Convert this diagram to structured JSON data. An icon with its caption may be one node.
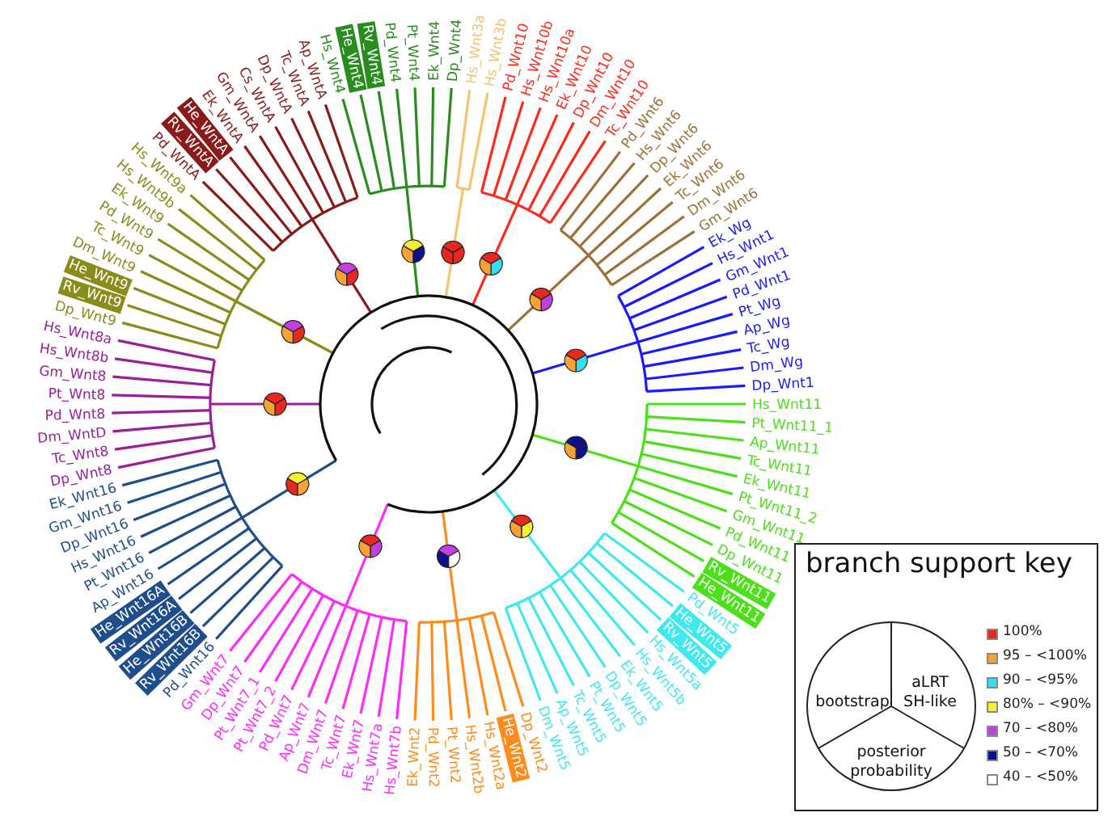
{
  "diagram": {
    "labels": [
      "Pd_Wnt16",
      "Rv_Wnt16B",
      "He_Wnt16B",
      "Rv_Wnt16A",
      "He_Wnt16A",
      "Ap_Wnt16",
      "Pt_Wnt16",
      "Hs_Wnt16",
      "Dp_Wnt16",
      "Gm_Wnt16",
      "Ek_Wnt16",
      "Dp_Wnt8",
      "Tc_Wnt8",
      "Dm_WntD",
      "Pd_Wnt8",
      "Pt_Wnt8",
      "Gm_Wnt8",
      "Hs_Wnt8b",
      "Hs_Wnt8a",
      "Dp_Wnt9",
      "Rv_Wnt9",
      "He_Wnt9",
      "Dm_Wnt9",
      "Tc_Wnt9",
      "Pd_Wnt9",
      "Ek_Wnt9",
      "Hs_Wnt9b",
      "Hs_Wnt9a",
      "Pd_WntA",
      "Rv_WntA",
      "He_WntA",
      "Ek_WntA",
      "Gm_WntA",
      "Cs_WntA",
      "Dp_WntA",
      "Tc_WntA",
      "Ap_WntA",
      "Hs_Wnt4",
      "He_Wnt4",
      "Rv_Wnt4",
      "Pd_Wnt4",
      "Pt_Wnt4",
      "Ek_Wnt4",
      "Dp_Wnt4",
      "Hs_Wnt3a",
      "Hs_Wnt3b",
      "Pd_Wnt10",
      "Hs_Wnt10b",
      "Hs_Wnt10a",
      "Ek_Wnt10",
      "Dp_Wnt10",
      "Dm_Wnt10",
      "Tc_Wnt10",
      "Pd_Wnt6",
      "Hs_Wnt6",
      "Dp_Wnt6",
      "Ek_Wnt6",
      "Tc_Wnt6",
      "Dm_Wnt6",
      "Gm_Wnt6",
      "Ek_Wg",
      "Hs_Wnt1",
      "Gm_Wnt1",
      "Pd_Wnt1",
      "Pt_Wg",
      "Ap_Wg",
      "Tc_Wg",
      "Dm_Wg",
      "Dp_Wnt1",
      "Hs_Wnt11",
      "Pt_Wnt11_1",
      "Ap_Wnt11",
      "Tc_Wnt11",
      "Ek_Wnt11",
      "Pt_Wnt11_2",
      "Gm_Wnt11",
      "Pd_Wnt11",
      "Dp_Wnt11",
      "Rv_Wnt11",
      "He_Wnt11",
      "Gm_Wnt7",
      "Dp_Wnt7",
      "Pt_Wnt7_1",
      "Pt_Wnt7_2",
      "Pd_Wnt7",
      "Ap_Wnt7",
      "Dm_Wnt7",
      "Tc_Wnt7",
      "Ek_Wnt7",
      "Hs_Wnt7a",
      "Hs_Wnt7b",
      "Ek_Wnt2",
      "Pd_Wnt2",
      "Pt_Wnt2",
      "Hs_Wnt2b",
      "Hs_Wnt2a",
      "He_Wnt2",
      "Dp_Wnt2",
      "Dm_Wnt5",
      "Ap_Wnt5",
      "Tc_Wnt5",
      "Pt_Wnt5",
      "Dp_Wnt5",
      "Ek_Wnt5",
      "Hs_Wnt5b",
      "Hs_Wnt5a",
      "Rv_Wnt5",
      "He_Wnt5",
      "Pd_Wnt5",
      "branch support key",
      "bootstrap",
      "aLRT SH-like",
      "posterior probability"
    ],
    "legend": [
      {
        "text": "100%",
        "color": "#e8281e"
      },
      {
        "text": "95 – <100%",
        "color": "#f7a234"
      },
      {
        "text": "90 – <95%",
        "color": "#33e0f0"
      },
      {
        "text": "80% – <90%",
        "color": "#f5f032"
      },
      {
        "text": "70 – <80%",
        "color": "#c040e0"
      },
      {
        "text": "50 – <70%",
        "color": "#10108f"
      },
      {
        "text": "40 – <50%",
        "color": "#ffffff"
      }
    ]
  }
}
